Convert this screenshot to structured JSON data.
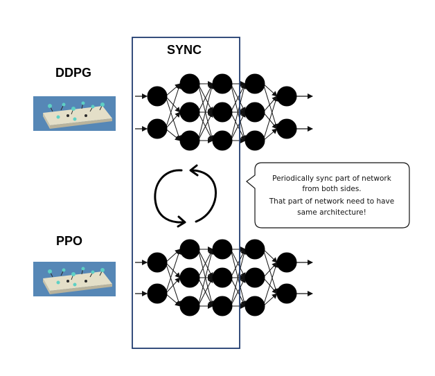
{
  "labels": {
    "top_agent": "DDPG",
    "bottom_agent": "PPO",
    "sync": "SYNC"
  },
  "callout": {
    "lines": [
      "Periodically sync part of network",
      "from both sides.",
      "That part of network need to have",
      "same architecture!"
    ]
  },
  "colors": {
    "node": "#000000",
    "sync_border": "#1f3a6e",
    "edge": "#111111",
    "env_bg": "#4a7fb0",
    "env_platform": "#e4dfc8"
  },
  "icons": {
    "environment": "robot-arena-icon",
    "sync_cycle": "refresh-cycle-icon"
  }
}
